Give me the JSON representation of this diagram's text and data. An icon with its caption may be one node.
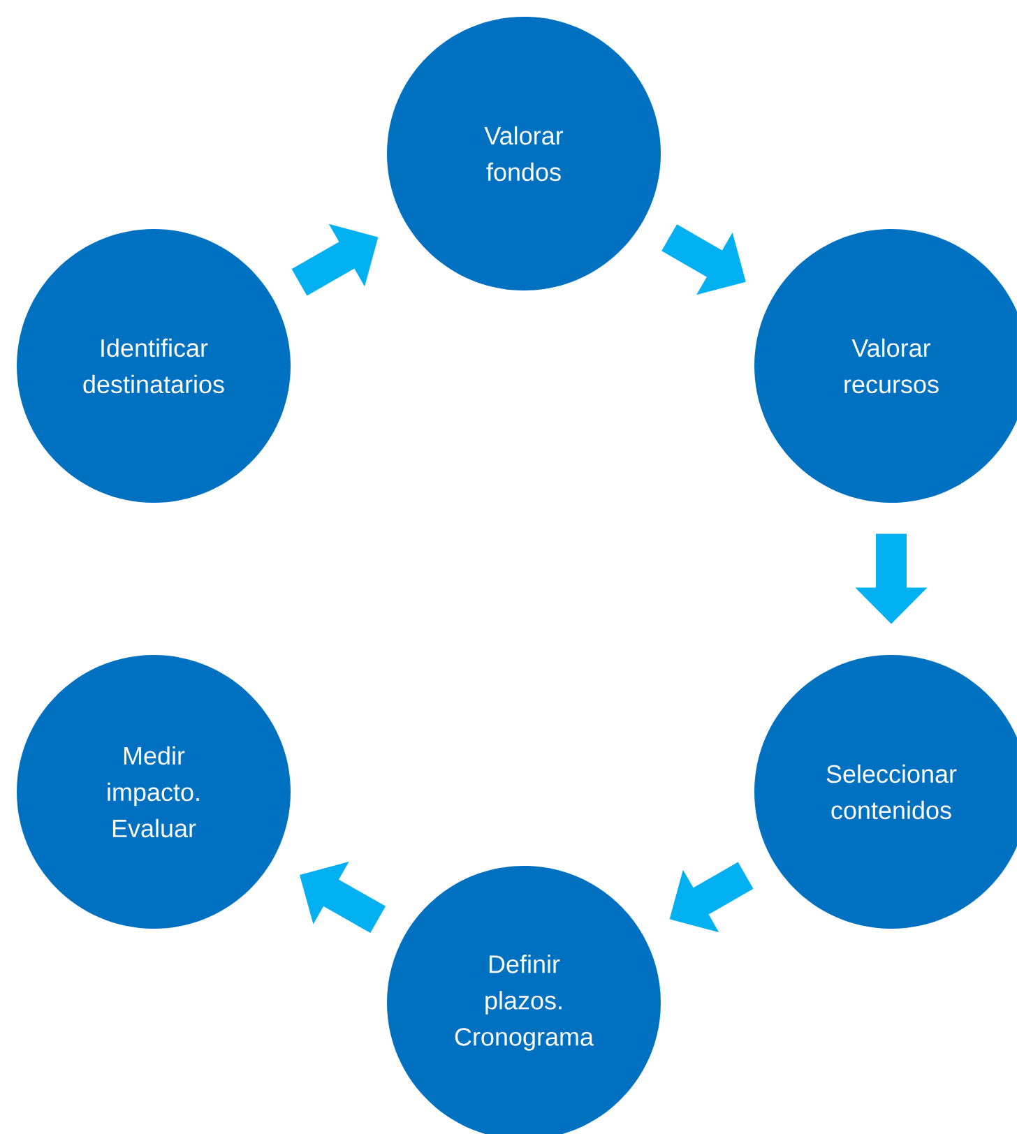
{
  "diagram": {
    "nodes": [
      {
        "text": [
          "Identificar destinatarios"
        ]
      },
      {
        "text": [
          "Valorar fondos"
        ]
      },
      {
        "text": [
          "Valorar recursos"
        ]
      },
      {
        "text": [
          "Seleccionar contenidos"
        ]
      },
      {
        "text": [
          "Definir plazos. Cronograma"
        ]
      },
      {
        "text": [
          "Medir impacto. Evaluar"
        ]
      }
    ],
    "edges": [
      {
        "from": 0,
        "to": 1,
        "arrow": "to"
      },
      {
        "from": 1,
        "to": 2,
        "arrow": "to"
      },
      {
        "from": 2,
        "to": 3,
        "arrow": "to"
      },
      {
        "from": 3,
        "to": 4,
        "arrow": "to"
      },
      {
        "from": 4,
        "to": 5,
        "arrow": "to"
      }
    ]
  }
}
